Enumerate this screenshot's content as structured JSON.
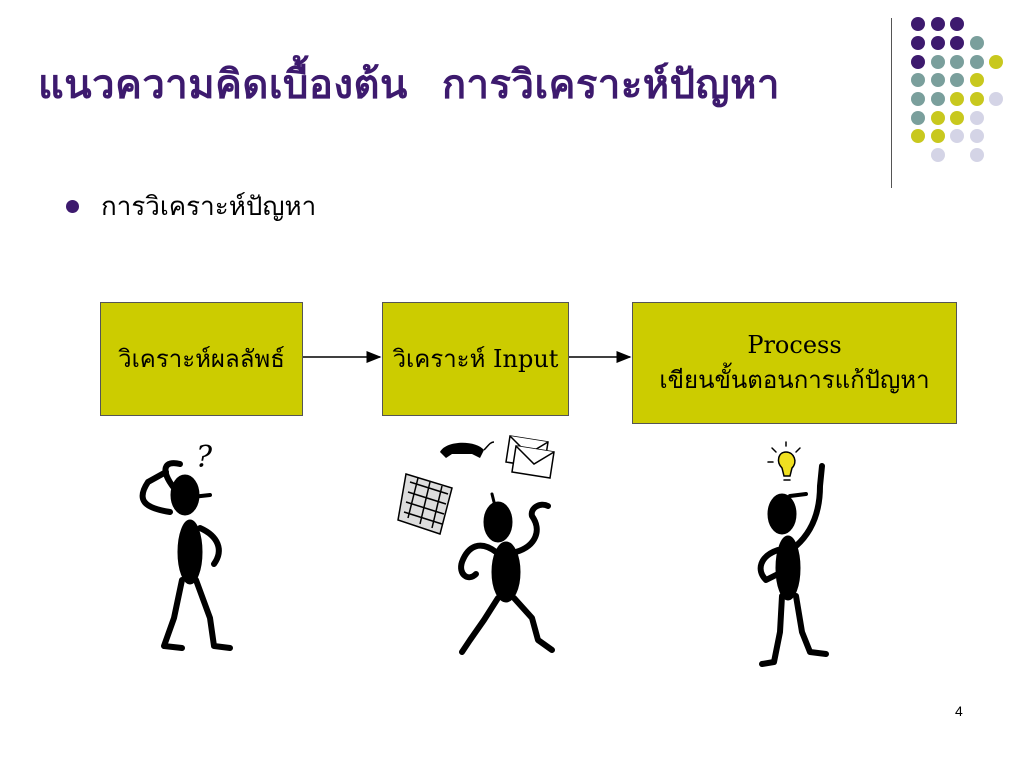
{
  "slide": {
    "title_part1": "แนวความคิดเบื้องต้น",
    "title_part2": "การวิเคราะห์ปัญหา",
    "bullet": "การวิเคราะห์ปัญหา",
    "boxes": [
      {
        "line1": "วิเคราะห์ผลลัพธ์"
      },
      {
        "line1": "วิเคราะห์ Input"
      },
      {
        "line1": "Process",
        "line2": "เขียนขั้นตอนการแก้ปัญหา"
      }
    ],
    "question_mark": "?",
    "page_number": "4"
  },
  "colors": {
    "title": "#3d1a6e",
    "box_fill": "#cccc00",
    "dot_purple": "#3d1a6e",
    "dot_teal": "#7a9f9c",
    "dot_yellow": "#c8c81e",
    "dot_lavender": "#d4d4e6"
  },
  "icons": [
    "thinking-person-icon",
    "juggling-person-icon",
    "idea-person-icon",
    "telephone-icon",
    "envelopes-icon",
    "keyboard-icon",
    "lightbulb-icon"
  ]
}
